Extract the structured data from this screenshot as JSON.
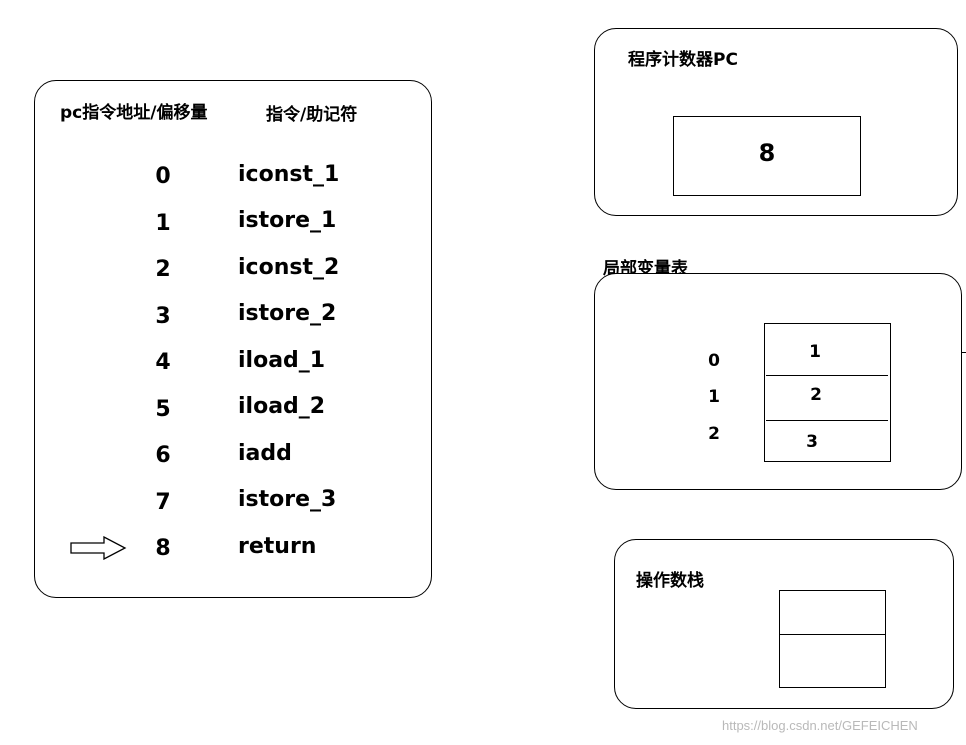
{
  "instruction_panel": {
    "header_pc": "pc指令地址/偏移量",
    "header_instr": "指令/助记符",
    "rows": [
      {
        "pc": "0",
        "instr": "iconst_1"
      },
      {
        "pc": "1",
        "instr": "istore_1"
      },
      {
        "pc": "2",
        "instr": "iconst_2"
      },
      {
        "pc": "3",
        "instr": "istore_2"
      },
      {
        "pc": "4",
        "instr": "iload_1"
      },
      {
        "pc": "5",
        "instr": "iload_2"
      },
      {
        "pc": "6",
        "instr": "iadd"
      },
      {
        "pc": "7",
        "instr": "istore_3"
      },
      {
        "pc": "8",
        "instr": "return"
      }
    ],
    "current_pointer_icon": "right-arrow-outline-icon"
  },
  "pc_register": {
    "title": "程序计数器PC",
    "value": "8"
  },
  "local_variable_table": {
    "title": "局部变量表",
    "indices": [
      "0",
      "1",
      "2"
    ],
    "values": [
      "1",
      "2",
      "3"
    ]
  },
  "operand_stack": {
    "title": "操作数栈",
    "slots": [
      "",
      ""
    ]
  },
  "watermark": "https://blog.csdn.net/GEFEICHEN"
}
